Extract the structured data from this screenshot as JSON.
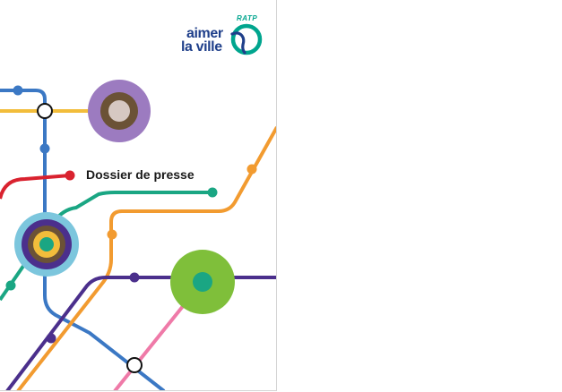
{
  "document": {
    "title": "Dossier de presse",
    "logo": {
      "line1": "aimer",
      "line2": "la ville",
      "brand": "RATP",
      "icon": "ratp-logo-icon"
    },
    "colors": {
      "navy": "#1f3f8a",
      "teal": "#00a58e",
      "line_blue": "#3b78c4",
      "line_yellow": "#f2bd3b",
      "line_red": "#d9222f",
      "line_green": "#1aa683",
      "line_orange": "#f29b30",
      "line_purple": "#4b2f8c",
      "line_pink": "#ef7aa8",
      "line_lime": "#7fbf3a",
      "circle_lilac": "#9c7bc0"
    }
  }
}
